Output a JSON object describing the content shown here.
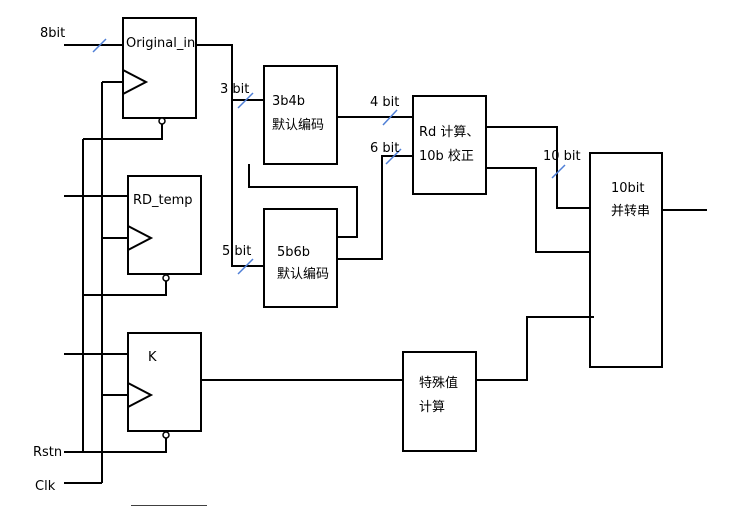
{
  "blocks": {
    "original_in": "Original_in",
    "rd_temp": "RD_temp",
    "k": "K",
    "enc_3b4b_line1": "3b4b",
    "enc_3b4b_line2": "默认编码",
    "enc_5b6b_line1": "5b6b",
    "enc_5b6b_line2": "默认编码",
    "rd_calc_line1": "Rd 计算、",
    "rd_calc_line2": "10b 校正",
    "special_line1": "特殊值",
    "special_line2": "计算",
    "ser_line1": "10bit",
    "ser_line2": "并转串"
  },
  "signals": {
    "in_8bit": "8bit",
    "bus_3bit": "3 bit",
    "bus_5bit": "5 bit",
    "bus_4bit": "4 bit",
    "bus_6bit": "6 bit",
    "bus_10bit": "10 bit",
    "rstn": "Rstn",
    "clk": "Clk"
  },
  "colors": {
    "line": "#000000",
    "bus_slash": "#4f7fd6",
    "background": "#ffffff"
  }
}
